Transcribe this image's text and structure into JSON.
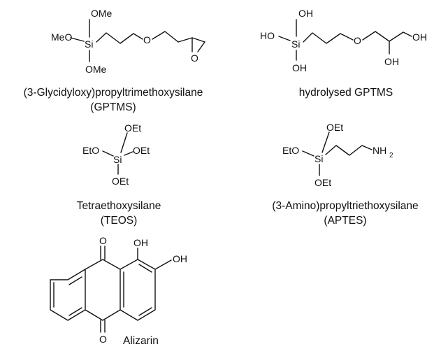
{
  "molecules": {
    "gptms": {
      "atoms": {
        "ome_top": "OMe",
        "meo": "MeO",
        "si": "Si",
        "ome_bottom": "OMe",
        "o_ether": "O",
        "o_epoxide": "O"
      },
      "name_line1": "(3-Glycidyloxy)propyltrimethoxysilane",
      "name_line2": "(GPTMS)"
    },
    "hydrolysed": {
      "atoms": {
        "oh_top": "OH",
        "ho_left": "HO",
        "si": "Si",
        "oh_bottom": "OH",
        "o_ether": "O",
        "oh_end": "OH",
        "oh_branch": "OH"
      },
      "name_line1": "hydrolysed GPTMS"
    },
    "teos": {
      "atoms": {
        "oet_top": "OEt",
        "eto": "EtO",
        "si": "Si",
        "oet_right": "OEt",
        "oet_bottom": "OEt"
      },
      "name_line1": "Tetraethoxysilane",
      "name_line2": "(TEOS)"
    },
    "aptes": {
      "atoms": {
        "oet_top": "OEt",
        "eto": "EtO",
        "si": "Si",
        "oet_bottom": "OEt",
        "nh": "NH",
        "nh_sub": "2"
      },
      "name_line1": "(3-Amino)propyltriethoxysilane",
      "name_line2": "(APTES)"
    },
    "alizarin": {
      "atoms": {
        "o_top": "O",
        "o_bottom": "O",
        "oh_1": "OH",
        "oh_2": "OH"
      },
      "name_line1": "Alizarin"
    }
  }
}
